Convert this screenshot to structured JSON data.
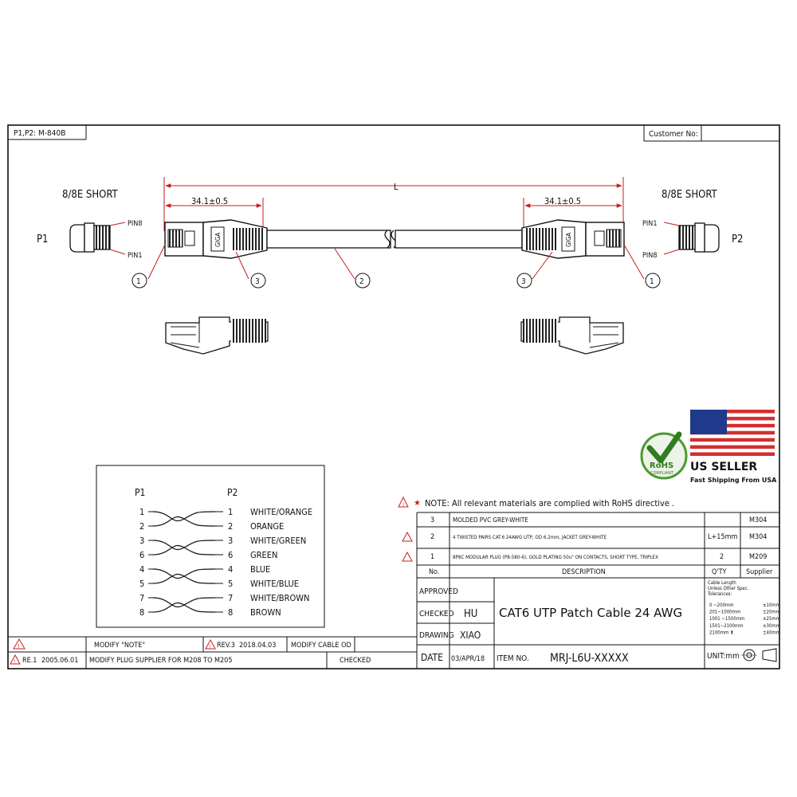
{
  "frame": {
    "top_left_label": "P1,P2: M-840B",
    "customer_label": "Customer No:"
  },
  "drawing": {
    "length_label": "L",
    "dim_left": "34.1±0.5",
    "dim_right": "34.1±0.5",
    "connector_left_title": "8/8E SHORT",
    "connector_right_title": "8/8E SHORT",
    "p1": "P1",
    "p2": "P2",
    "pin8_left": "PIN8",
    "pin1_left": "PIN1",
    "pin1_right": "PIN1",
    "pin8_right": "PIN8",
    "boot_text_left": "GIGA",
    "boot_text_right": "GIGA",
    "callouts": [
      "1",
      "3",
      "2",
      "3",
      "1"
    ]
  },
  "wiring": {
    "p1_label": "P1",
    "p2_label": "P2",
    "rows": [
      {
        "p1": "1",
        "p2": "1",
        "color": "WHITE/ORANGE"
      },
      {
        "p1": "2",
        "p2": "2",
        "color": "ORANGE"
      },
      {
        "p1": "3",
        "p2": "3",
        "color": "WHITE/GREEN"
      },
      {
        "p1": "6",
        "p2": "6",
        "color": "GREEN"
      },
      {
        "p1": "4",
        "p2": "4",
        "color": "BLUE"
      },
      {
        "p1": "5",
        "p2": "5",
        "color": "WHITE/BLUE"
      },
      {
        "p1": "7",
        "p2": "7",
        "color": "WHITE/BROWN"
      },
      {
        "p1": "8",
        "p2": "8",
        "color": "BROWN"
      }
    ]
  },
  "badges": {
    "rohs_title": "RoHS",
    "rohs_sub": "COMPLIANT",
    "us_seller": "US SELLER",
    "shipping": "Fast Shipping From USA"
  },
  "note": "NOTE: All relevant materials are complied with RoHS directive .",
  "bom": {
    "rows": [
      {
        "no": "3",
        "desc": "MOLDED PVC GREY-WHITE",
        "qty": "",
        "supplier": "M304",
        "warn": false
      },
      {
        "no": "2",
        "desc": "4 TWISTED PAIRS CAT.6 24AWG UTP, OD 6.2mm, JACKET GREY-WHITE",
        "qty": "L+15mm",
        "supplier": "M304",
        "warn": true
      },
      {
        "no": "1",
        "desc": "8P8C MODULAR PLUG (P8-580-6), GOLD PLATING 50u\" ON CONTACTS, SHORT TYPE, TRIPLEX",
        "qty": "2",
        "supplier": "M209",
        "warn": true
      }
    ],
    "header": {
      "no": "No.",
      "desc": "DESCRIPTION",
      "qty": "Q'TY",
      "supplier": "Supplier"
    }
  },
  "title_block": {
    "approved_label": "APPROVED",
    "checked_label": "CHECKED",
    "checked_value": "HU",
    "drawing_label": "DRAWING",
    "drawing_value": "XIAO",
    "date_label": "DATE",
    "date_value": "03/APR/18",
    "item_label": "ITEM NO.",
    "item_value": "MRJ-L6U-XXXXX",
    "title": "CAT6 UTP Patch Cable 24 AWG",
    "unit": "UNIT:mm",
    "tolerance_title": [
      "Cable Length",
      "Unless Other Spec.",
      "Tolerances:"
    ],
    "tolerances": [
      {
        "range": "0 ~200mm",
        "tol": "±10mm"
      },
      {
        "range": "201~1000mm",
        "tol": "±20mm"
      },
      {
        "range": "1001 ~1500mm",
        "tol": "±25mm"
      },
      {
        "range": "1501~2100mm",
        "tol": "±30mm"
      },
      {
        "range": "2100mm ⬆",
        "tol": "±40mm"
      }
    ]
  },
  "revisions": {
    "rev1": "RE.1",
    "rev1_date": "2005.06.01",
    "rev1_desc": "MODIFY PLUG SUPPLIER FOR M208 TO M205",
    "checked": "CHECKED",
    "modify_note": "MODIFY  \"NOTE\"",
    "rev3": "REV.3",
    "rev3_date": "2018.04.03",
    "rev3_desc": "MODIFY CABLE OD"
  }
}
